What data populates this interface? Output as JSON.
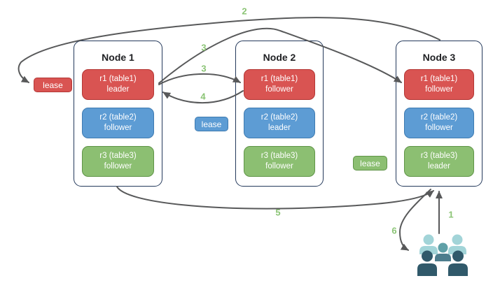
{
  "diagram": {
    "nodes": [
      {
        "title": "Node 1",
        "replicas": [
          {
            "name": "r1 (table1)",
            "role": "leader",
            "color": "red"
          },
          {
            "name": "r2 (table2)",
            "role": "follower",
            "color": "blue"
          },
          {
            "name": "r3 (table3)",
            "role": "follower",
            "color": "green"
          }
        ]
      },
      {
        "title": "Node 2",
        "replicas": [
          {
            "name": "r1 (table1)",
            "role": "follower",
            "color": "red"
          },
          {
            "name": "r2 (table2)",
            "role": "leader",
            "color": "blue"
          },
          {
            "name": "r3 (table3)",
            "role": "follower",
            "color": "green"
          }
        ]
      },
      {
        "title": "Node 3",
        "replicas": [
          {
            "name": "r1 (table1)",
            "role": "follower",
            "color": "red"
          },
          {
            "name": "r2 (table2)",
            "role": "follower",
            "color": "blue"
          },
          {
            "name": "r3 (table3)",
            "role": "leader",
            "color": "green"
          }
        ]
      }
    ],
    "leases": [
      {
        "label": "lease",
        "color": "red"
      },
      {
        "label": "lease",
        "color": "blue"
      },
      {
        "label": "lease",
        "color": "green"
      }
    ],
    "steps": {
      "s1": "1",
      "s2": "2",
      "s3a": "3",
      "s3b": "3",
      "s4": "4",
      "s5": "5",
      "s6": "6"
    },
    "icons": {
      "users": "users-group-icon"
    },
    "colors": {
      "replica_red": "#d95452",
      "replica_red_border": "#b33735",
      "replica_blue": "#5d9cd4",
      "replica_blue_border": "#3e7ab0",
      "replica_green": "#8cbf72",
      "replica_green_border": "#5f9447",
      "node_border": "#24395b",
      "arrow": "#58595a",
      "step_label": "#8bc475",
      "users_light": "#a2d4d8",
      "users_mid": "#5fa0a7",
      "users_mid_body": "#4d7d8d",
      "users_dark": "#30596a"
    }
  }
}
